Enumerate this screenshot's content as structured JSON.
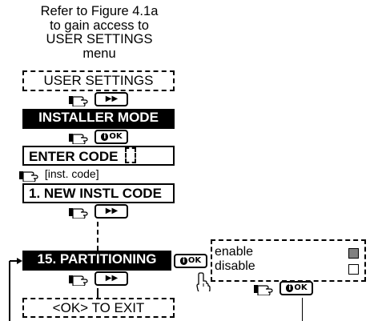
{
  "intro": {
    "lines": [
      "Refer to Figure 4.1a",
      "to gain access to",
      "USER SETTINGS",
      "menu"
    ]
  },
  "steps": {
    "user_settings": "USER SETTINGS",
    "installer_mode": "INSTALLER MODE",
    "enter_code": "ENTER CODE",
    "inst_code_note": "[inst. code]",
    "new_instl_code": "1. NEW INSTL CODE",
    "partitioning": "15. PARTITIONING",
    "ok_to_exit": "<OK> TO EXIT"
  },
  "keys": {
    "arrow": "▶▶",
    "ok_symbol": "i",
    "ok_label": "OK"
  },
  "options": {
    "enable": "enable",
    "disable": "disable"
  },
  "colors": {
    "selected_swatch": "#808080",
    "unselected_swatch": "#ffffff",
    "inverse_bg": "#000000"
  }
}
